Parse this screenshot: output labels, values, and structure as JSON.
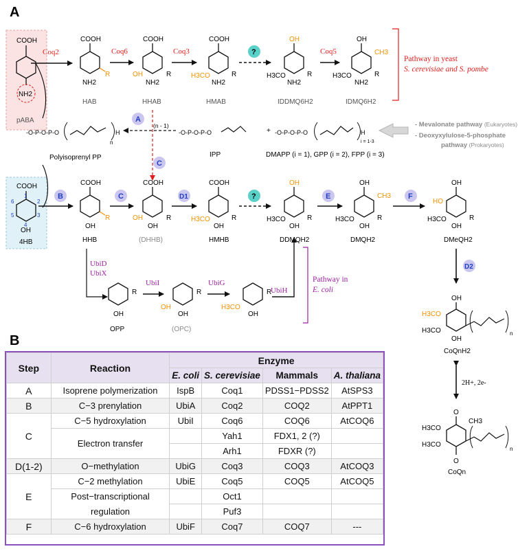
{
  "panel_labels": {
    "a": "A",
    "b": "B"
  },
  "chem": {
    "cooh": "COOH",
    "oh": "OH",
    "nh2": "NH2",
    "ch3": "CH3",
    "h3co": "H3CO",
    "r": "R",
    "o": "O",
    "p": "P",
    "h": "H",
    "n": "n",
    "n_minus_1": "(n - 1)",
    "i_range": "i = 1-3",
    "plus": "+",
    "ring_nums": [
      "1",
      "2",
      "3",
      "4",
      "5",
      "6"
    ],
    "redox": "2H+, 2e-"
  },
  "compounds": {
    "paba": "pABA",
    "hab": "HAB",
    "hhab": "HHAB",
    "hmab": "HMAB",
    "iddmq": "IDDMQ6H2",
    "idmq": "IDMQ6H2",
    "polyprenyl": "Polyisoprenyl PP",
    "ipp": "IPP",
    "dmapp": "DMAPP (i = 1), GPP (i = 2), FPP (i = 3)",
    "four_hb": "4HB",
    "hhb": "HHB",
    "dhhb": "(DHHB)",
    "hmhb": "HMHB",
    "ddmq": "DDMQH2",
    "dmq": "DMQH2",
    "dmeq": "DMeQH2",
    "opp": "OPP",
    "opc": "(OPC)",
    "coqh2": "CoQnH2",
    "coq": "CoQn"
  },
  "enzymes_top": {
    "coq2": "Coq2",
    "coq6": "Coq6",
    "coq3": "Coq3",
    "coq5": "Coq5"
  },
  "enzymes_ecoli": {
    "ubid": "UbiD",
    "ubix": "UbiX",
    "ubii": "UbiI",
    "ubig": "UbiG",
    "ubih": "UbiH"
  },
  "step_circles": {
    "a": "A",
    "b": "B",
    "c": "C",
    "d1": "D1",
    "e": "E",
    "f": "F",
    "d2": "D2",
    "unknown": "?"
  },
  "pathway_notes": {
    "yeast_line1": "Pathway in yeast",
    "yeast_line2": "S. cerevisiae and S. pombe",
    "ecoli_line1": "Pathway in",
    "ecoli_line2": "E. coli"
  },
  "source_notes": {
    "mevalonate": "- Mevalonate pathway",
    "mevalonate_scope": "(Eukaryotes)",
    "dxp": "- Deoxyxylulose-5-phosphate",
    "dxp_line2": "pathway",
    "dxp_scope": "(Prokaryotes)"
  },
  "colors": {
    "red": "#e31c1c",
    "purple": "#9b1fa0",
    "orange": "#f39200",
    "blue": "#1f3fbf",
    "circle": "#cbc6ef",
    "teal": "#5ad1c8"
  },
  "table": {
    "header": {
      "step": "Step",
      "reaction": "Reaction",
      "enzyme": "Enzyme"
    },
    "organisms": [
      "E. coli",
      "S. cerevisiae",
      "Mammals",
      "A. thaliana"
    ],
    "rows": [
      {
        "step": "A",
        "reaction": "Isoprene polymerization",
        "ecoli": "IspB",
        "scer": "Coq1",
        "mammals": "PDSS1−PDSS2",
        "athal": "AtSPS3"
      },
      {
        "step": "B",
        "reaction": "C−3 prenylation",
        "ecoli": "UbiA",
        "scer": "Coq2",
        "mammals": "COQ2",
        "athal": "AtPPT1"
      },
      {
        "step": "C",
        "reaction": "C−5 hydroxylation",
        "ecoli": "UbiI",
        "scer": "Coq6",
        "mammals": "COQ6",
        "athal": "AtCOQ6"
      },
      {
        "step": "",
        "reaction": "Electron transfer",
        "ecoli": "",
        "scer": "Yah1",
        "mammals": "FDX1, 2 (?)",
        "athal": ""
      },
      {
        "step": "",
        "reaction": "",
        "ecoli": "",
        "scer": "Arh1",
        "mammals": "FDXR (?)",
        "athal": ""
      },
      {
        "step": "D(1-2)",
        "reaction": "O−methylation",
        "ecoli": "UbiG",
        "scer": "Coq3",
        "mammals": "COQ3",
        "athal": "AtCOQ3"
      },
      {
        "step": "E",
        "reaction": "C−2 methylation",
        "ecoli": "UbiE",
        "scer": "Coq5",
        "mammals": "COQ5",
        "athal": "AtCOQ5"
      },
      {
        "step": "",
        "reaction": "Post−transcriptional",
        "ecoli": "",
        "scer": "Oct1",
        "mammals": "",
        "athal": ""
      },
      {
        "step": "",
        "reaction": "regulation",
        "ecoli": "",
        "scer": "Puf3",
        "mammals": "",
        "athal": ""
      },
      {
        "step": "F",
        "reaction": "C−6 hydroxylation",
        "ecoli": "UbiF",
        "scer": "Coq7",
        "mammals": "COQ7",
        "athal": "---"
      }
    ]
  }
}
